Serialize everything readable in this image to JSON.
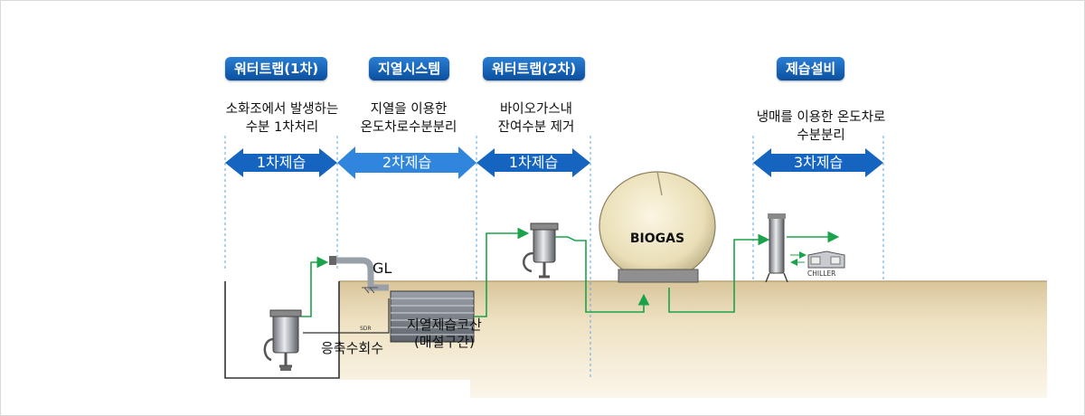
{
  "stages": [
    {
      "title": "워터트랩(1차)",
      "desc1": "소화조에서 발생하는",
      "desc2": "수분 1차처리",
      "arrow": "1차제습"
    },
    {
      "title": "지열시스템",
      "desc1": "지열을 이용한",
      "desc2": "온도차로수분분리",
      "arrow": "2차제습"
    },
    {
      "title": "워터트랩(2차)",
      "desc1": "바이오가스내",
      "desc2": "잔여수분 제거",
      "arrow": "1차제습"
    },
    {
      "title": "제습설비",
      "desc1": "냉매를 이용한 온도차로",
      "desc2": "수분분리",
      "arrow": "3차제습"
    }
  ],
  "labels": {
    "gl": "GL",
    "condensate": "응축수회수",
    "coil1": "지열제습코산",
    "coil2": "(매설구간)",
    "biogas": "BIOGAS",
    "chiller": "CHILLER",
    "sdr": "SDR"
  },
  "colors": {
    "badge": "#0b4f9e",
    "arrow": "#1565c0",
    "pipe": "#1aa34a",
    "ground": "#e8d7b0",
    "divider": "#5aa9e6"
  }
}
